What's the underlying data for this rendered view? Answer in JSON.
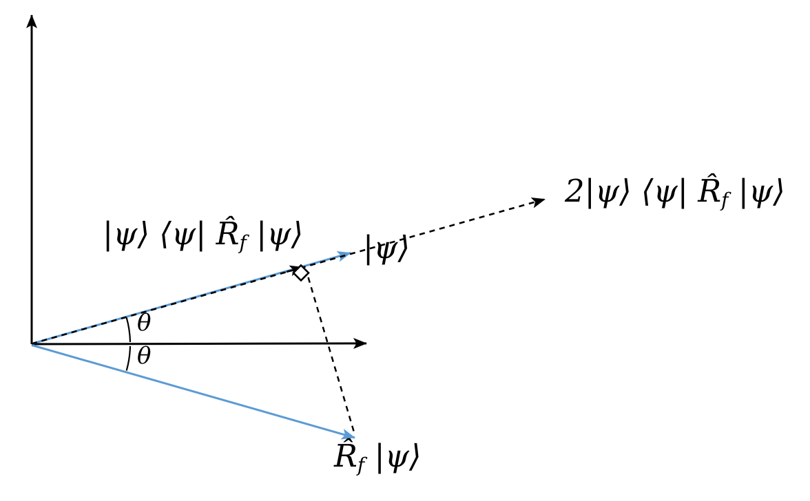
{
  "figure": {
    "background": "#ffffff",
    "accent_blue": "#5b9bd5",
    "line_black": "#000000"
  },
  "labels": {
    "projection": {
      "pre": "|ψ⟩ ⟨ψ| R̂",
      "sub": "f",
      "post": " |ψ⟩"
    },
    "double_projection": {
      "pre": "2|ψ⟩ ⟨ψ| R̂",
      "sub": "f",
      "post": " |ψ⟩"
    },
    "psi": {
      "text": "|ψ⟩"
    },
    "reflected": {
      "pre": "R̂",
      "sub": "f",
      "post": " |ψ⟩"
    },
    "theta_upper": "θ",
    "theta_lower": "θ"
  }
}
